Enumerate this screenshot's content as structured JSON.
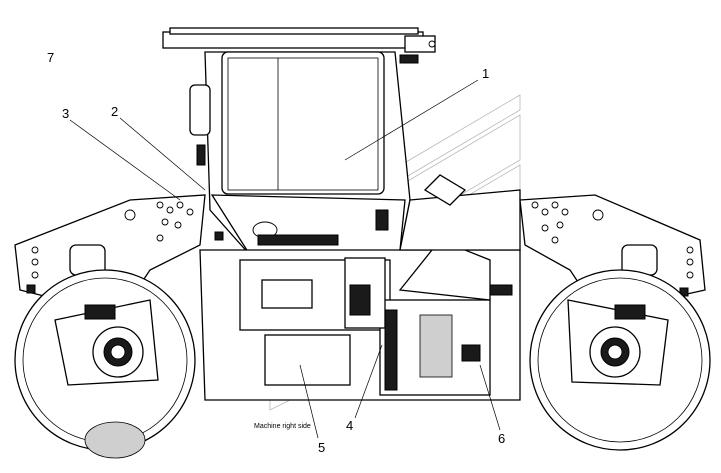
{
  "diagram": {
    "caption": "Machine right side",
    "callouts": [
      {
        "id": "1",
        "label": "1"
      },
      {
        "id": "2",
        "label": "2"
      },
      {
        "id": "3",
        "label": "3"
      },
      {
        "id": "4",
        "label": "4"
      },
      {
        "id": "5",
        "label": "5"
      },
      {
        "id": "6",
        "label": "6"
      },
      {
        "id": "7",
        "label": "7"
      }
    ]
  }
}
